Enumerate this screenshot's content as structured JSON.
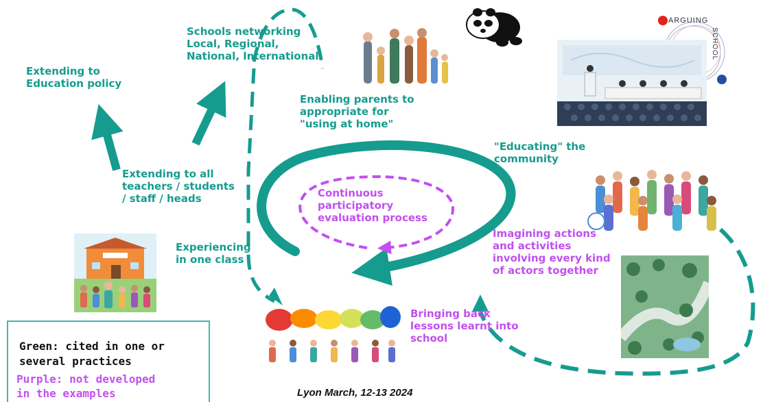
{
  "labels": {
    "schools_networking": "Schools networking\nLocal, Regional,\nNational, International",
    "education_policy": "Extending to\nEducation policy",
    "enabling_parents": "Enabling parents to\nappropriate for\n\"using at home\"",
    "educating_community": "\"Educating\" the\ncommunity",
    "extending_all": "Extending to all\nteachers / students\n/ staff / heads",
    "continuous": "Continuous\nparticipatory\nevaluation process",
    "imagining": "Imagining actions\nand activities\ninvolving every kind\nof actors together",
    "experiencing": "Experiencing\nin one class",
    "bringing_back": "Bringing back\nlessons learnt into\nschool"
  },
  "legend": {
    "green": "Green: cited in one or\nseveral practices",
    "purple": "Purple: not developed\nin the examples"
  },
  "footer": "Lyon March, 12-13 2024",
  "brand": {
    "name": "ARGUING",
    "sub": "SCHOOL"
  },
  "colors": {
    "green": "#159c8f",
    "purple": "#c24ff0",
    "brand_red": "#e2231a",
    "brand_blue": "#1f4fa0"
  },
  "icons": [
    "panda-logo",
    "school-illustration",
    "speech-bubbles-children",
    "family-illustration",
    "conference-illustration",
    "crowd-illustration",
    "park-illustration"
  ]
}
